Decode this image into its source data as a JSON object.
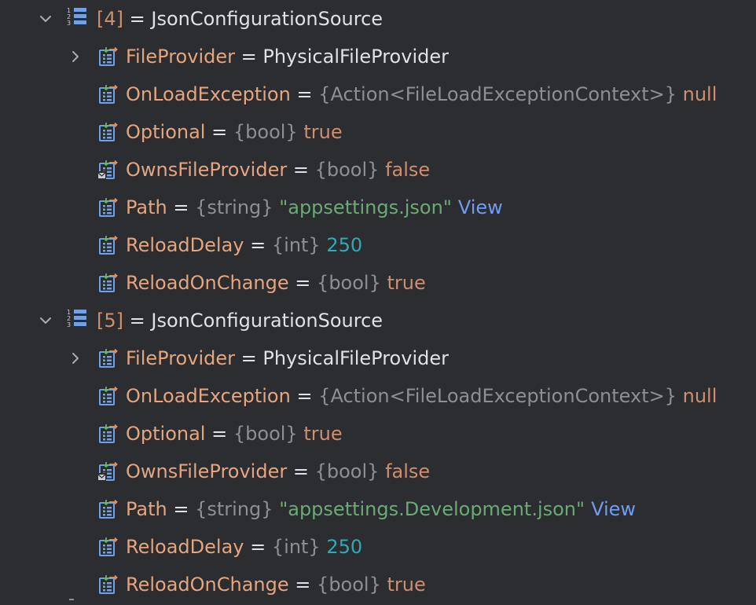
{
  "colors": {
    "background": "#2b2d30",
    "field_name": "#e6a57e",
    "type_hint": "#8c8f94",
    "keyword": "#cf8e6d",
    "number": "#2aacb8",
    "string": "#6aab73",
    "link": "#6f9cf5",
    "icon_blue": "#6fa0e8",
    "icon_green": "#5fb865",
    "icon_orange": "#e0955a"
  },
  "groups": [
    {
      "index_label": "[4]",
      "equals": "=",
      "value": "JsonConfigurationSource",
      "expanded": true,
      "icon": "list-icon",
      "fields": [
        {
          "name": "FileProvider",
          "equals": "=",
          "type": "",
          "value": "PhysicalFileProvider",
          "value_kind": "class",
          "expandable": true,
          "link": "",
          "icon": "field-icon"
        },
        {
          "name": "OnLoadException",
          "equals": "=",
          "type": "{Action<FileLoadExceptionContext>}",
          "value": "null",
          "value_kind": "keyword",
          "expandable": false,
          "link": "",
          "icon": "field-icon"
        },
        {
          "name": "Optional",
          "equals": "=",
          "type": "{bool}",
          "value": "true",
          "value_kind": "keyword",
          "expandable": false,
          "link": "",
          "icon": "field-icon"
        },
        {
          "name": "OwnsFileProvider",
          "equals": "=",
          "type": "{bool}",
          "value": "false",
          "value_kind": "keyword",
          "expandable": false,
          "link": "",
          "icon": "field-lock-icon"
        },
        {
          "name": "Path",
          "equals": "=",
          "type": "{string}",
          "value": "\"appsettings.json\"",
          "value_kind": "string",
          "expandable": false,
          "link": "View",
          "icon": "field-icon"
        },
        {
          "name": "ReloadDelay",
          "equals": "=",
          "type": "{int}",
          "value": "250",
          "value_kind": "number",
          "expandable": false,
          "link": "",
          "icon": "field-icon"
        },
        {
          "name": "ReloadOnChange",
          "equals": "=",
          "type": "{bool}",
          "value": "true",
          "value_kind": "keyword",
          "expandable": false,
          "link": "",
          "icon": "field-icon"
        }
      ]
    },
    {
      "index_label": "[5]",
      "equals": "=",
      "value": "JsonConfigurationSource",
      "expanded": true,
      "icon": "list-icon",
      "fields": [
        {
          "name": "FileProvider",
          "equals": "=",
          "type": "",
          "value": "PhysicalFileProvider",
          "value_kind": "class",
          "expandable": true,
          "link": "",
          "icon": "field-icon"
        },
        {
          "name": "OnLoadException",
          "equals": "=",
          "type": "{Action<FileLoadExceptionContext>}",
          "value": "null",
          "value_kind": "keyword",
          "expandable": false,
          "link": "",
          "icon": "field-icon"
        },
        {
          "name": "Optional",
          "equals": "=",
          "type": "{bool}",
          "value": "true",
          "value_kind": "keyword",
          "expandable": false,
          "link": "",
          "icon": "field-icon"
        },
        {
          "name": "OwnsFileProvider",
          "equals": "=",
          "type": "{bool}",
          "value": "false",
          "value_kind": "keyword",
          "expandable": false,
          "link": "",
          "icon": "field-lock-icon"
        },
        {
          "name": "Path",
          "equals": "=",
          "type": "{string}",
          "value": "\"appsettings.Development.json\"",
          "value_kind": "string",
          "expandable": false,
          "link": "View",
          "icon": "field-icon"
        },
        {
          "name": "ReloadDelay",
          "equals": "=",
          "type": "{int}",
          "value": "250",
          "value_kind": "number",
          "expandable": false,
          "link": "",
          "icon": "field-icon"
        },
        {
          "name": "ReloadOnChange",
          "equals": "=",
          "type": "{bool}",
          "value": "true",
          "value_kind": "keyword",
          "expandable": false,
          "link": "",
          "icon": "field-icon"
        }
      ]
    }
  ]
}
